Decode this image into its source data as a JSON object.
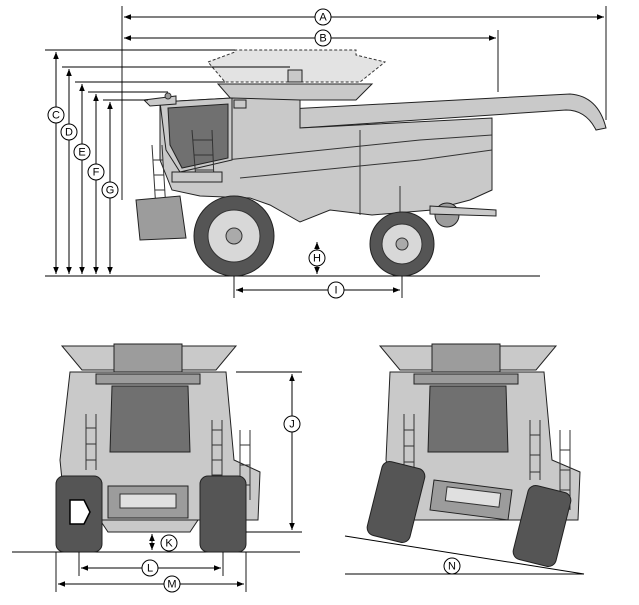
{
  "diagram": {
    "views": [
      "side-view",
      "front-view",
      "front-view-on-slope"
    ],
    "dimension_labels": [
      "A",
      "B",
      "C",
      "D",
      "E",
      "F",
      "G",
      "H",
      "I",
      "J",
      "K",
      "L",
      "M",
      "N"
    ]
  }
}
